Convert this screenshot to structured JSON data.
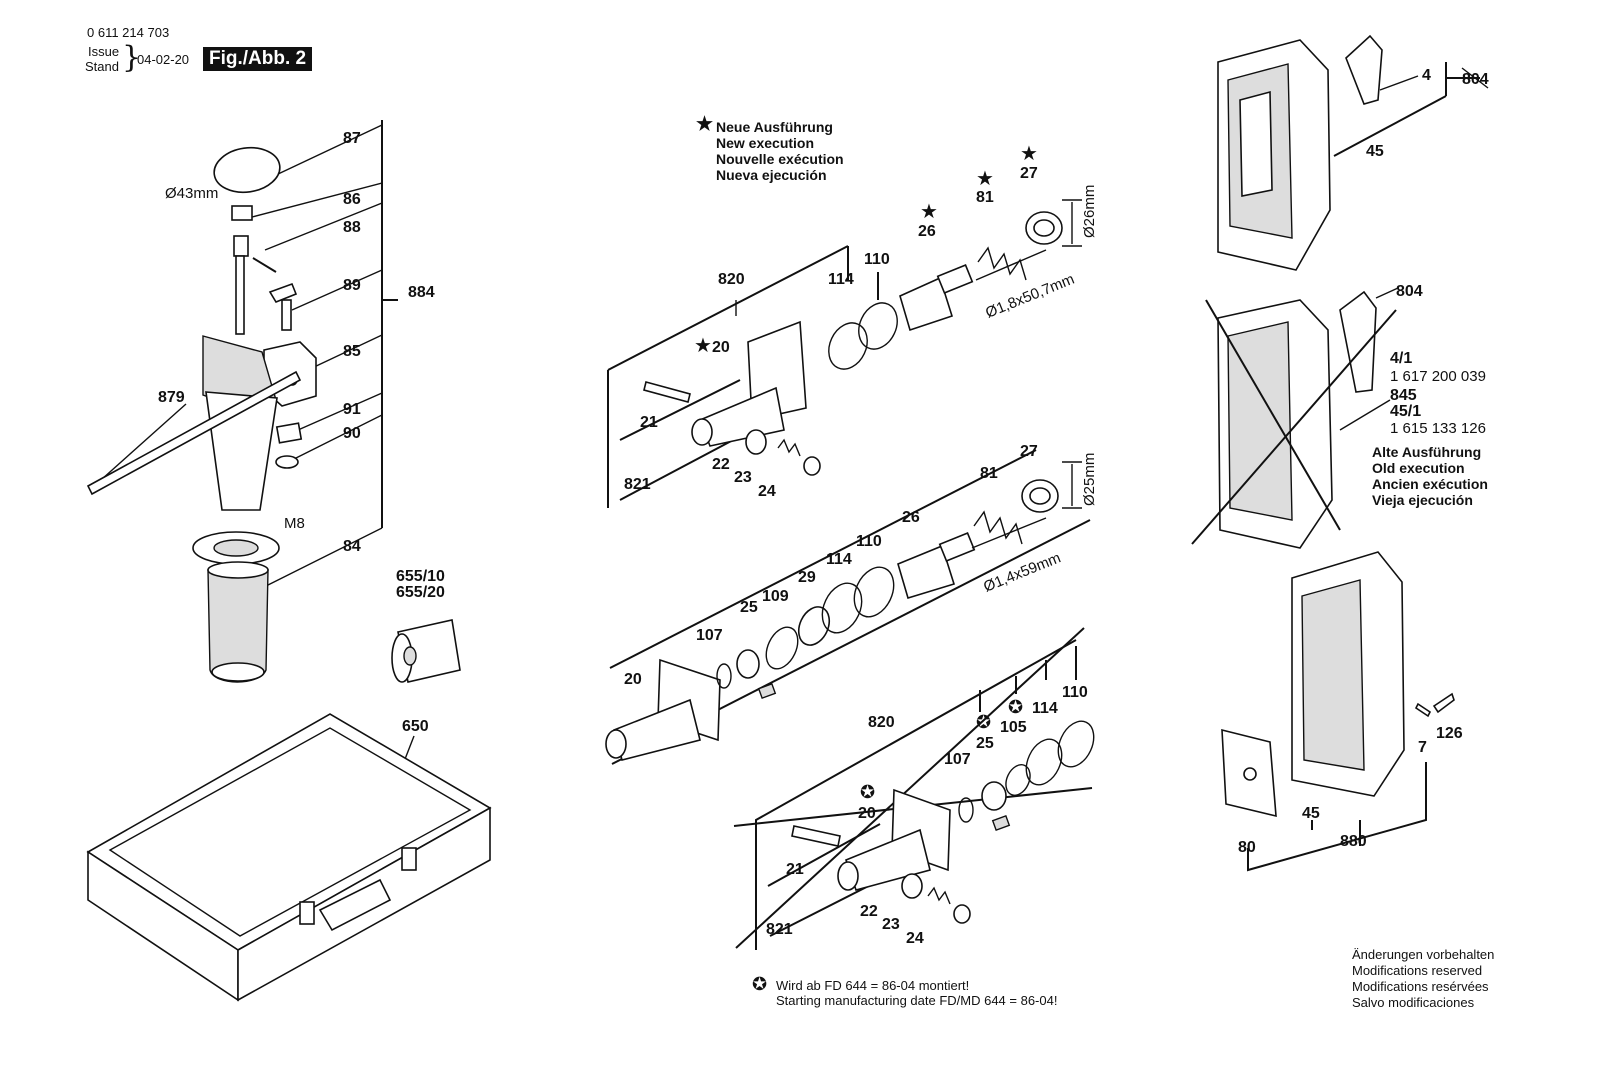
{
  "header": {
    "part_number": "0 611 214 703",
    "issue_label": "Issue",
    "stand_label": "Stand",
    "date": "04-02-20",
    "figure": "Fig./Abb. 2"
  },
  "legend_new": {
    "star": "★",
    "de": "Neue Ausführung",
    "en": "New execution",
    "fr": "Nouvelle exécution",
    "es": "Nueva ejecución"
  },
  "legend_old": {
    "de": "Alte Ausführung",
    "en": "Old execution",
    "fr": "Ancien exécution",
    "es": "Vieja ejecución"
  },
  "footnote": {
    "symbol": "✪",
    "line1": "Wird ab FD 644 = 86-04 montiert!",
    "line2": "Starting manufacturing date FD/MD 644 = 86-04!"
  },
  "modifications": [
    "Änderungen vorbehalten",
    "Modifications reserved",
    "Modifications resérvées",
    "Salvo modificaciones"
  ],
  "dimensions": {
    "d43": "Ø43mm",
    "m8": "M8",
    "d26": "Ø26mm",
    "d25": "Ø25mm",
    "spring1": "Ø1,8x50,7mm",
    "spring2": "Ø1,4x59mm"
  },
  "order_numbers": {
    "n41": "1 617 200 039",
    "n451": "1 615 133 126"
  },
  "labels": {
    "p87": "87",
    "p86": "86",
    "p88": "88",
    "p89": "89",
    "p884": "884",
    "p85": "85",
    "p879": "879",
    "p91": "91",
    "p90": "90",
    "p84": "84",
    "p655": "655/10",
    "p655b": "655/20",
    "p650": "650",
    "a820": "820",
    "a114": "114",
    "a110": "110",
    "a26": "26",
    "a81": "81",
    "a27": "27",
    "a20": "20",
    "a21": "21",
    "a22": "22",
    "a23": "23",
    "a24": "24",
    "a821": "821",
    "b81": "81",
    "b27": "27",
    "b26": "26",
    "b110": "110",
    "b114": "114",
    "b29": "29",
    "b109": "109",
    "b25": "25",
    "b107": "107",
    "b20": "20",
    "c820": "820",
    "c25": "25",
    "c105": "105",
    "c114": "114",
    "c110": "110",
    "c107": "107",
    "c20": "20",
    "c21": "21",
    "c22": "22",
    "c23": "23",
    "c24": "24",
    "c821": "821",
    "r4": "4",
    "r804": "804",
    "r45": "45",
    "r804b": "804",
    "r41": "4/1",
    "r845": "845",
    "r451": "45/1",
    "r7": "7",
    "r126": "126",
    "r80": "80",
    "r45b": "45",
    "r880": "880"
  }
}
